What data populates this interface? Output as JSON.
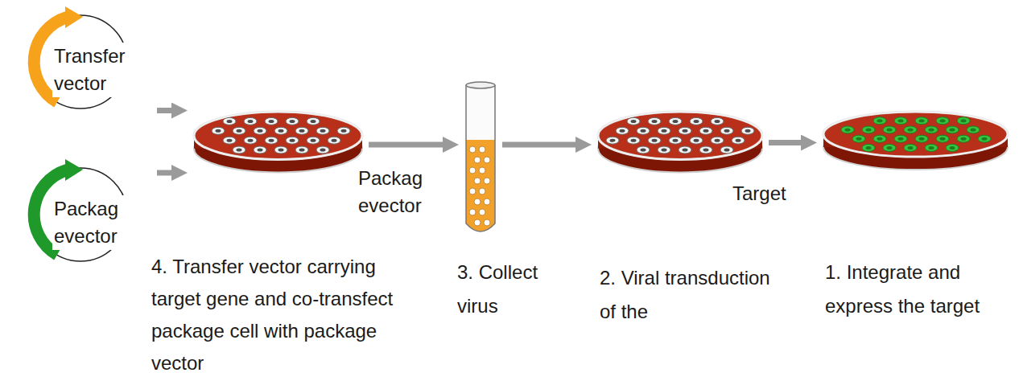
{
  "diagram": {
    "nodes": [
      {
        "text": [
          "Transfer vector"
        ]
      },
      {
        "text": [
          "Packag evector"
        ]
      },
      {
        "text": [
          "4. Transfer vector carrying target gene and co-transfect package cell with package vector"
        ]
      },
      {
        "text": [
          "3. Collect virus"
        ]
      },
      {
        "text": [
          "2. Viral transduction of the"
        ]
      },
      {
        "text": [
          "1. Integrate and express the target"
        ]
      }
    ],
    "edges": [
      {
        "from": 0,
        "to": 2,
        "arrow": "to"
      },
      {
        "from": 1,
        "to": 2,
        "arrow": "to"
      },
      {
        "from": 2,
        "to": 3,
        "arrow": "to"
      },
      {
        "from": 3,
        "to": 4,
        "arrow": "to"
      },
      {
        "from": 4,
        "to": 5,
        "arrow": "to"
      }
    ],
    "labels": [
      "Packag evector",
      "Target"
    ]
  }
}
